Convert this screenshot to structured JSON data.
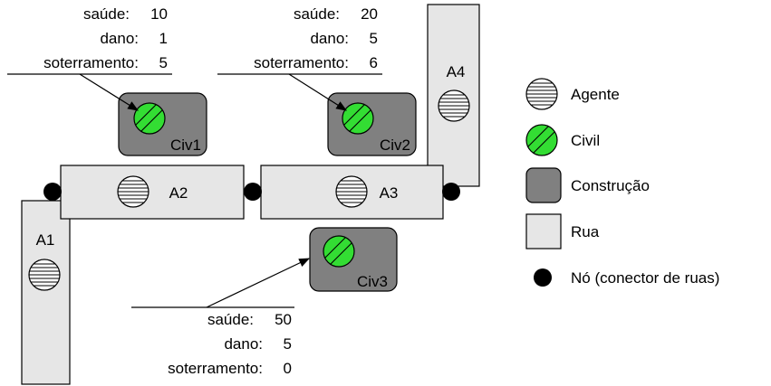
{
  "streets": {
    "a1": "A1",
    "a2": "A2",
    "a3": "A3",
    "a4": "A4"
  },
  "buildings": {
    "civ1": "Civ1",
    "civ2": "Civ2",
    "civ3": "Civ3"
  },
  "stats": {
    "civ1": {
      "health_label": "saúde:",
      "health_value": "10",
      "damage_label": "dano:",
      "damage_value": "1",
      "buried_label": "soterramento:",
      "buried_value": "5"
    },
    "civ2": {
      "health_label": "saúde:",
      "health_value": "20",
      "damage_label": "dano:",
      "damage_value": "5",
      "buried_label": "soterramento:",
      "buried_value": "6"
    },
    "civ3": {
      "health_label": "saúde:",
      "health_value": "50",
      "damage_label": "dano:",
      "damage_value": "5",
      "buried_label": "soterramento:",
      "buried_value": "0"
    }
  },
  "legend": {
    "agent": "Agente",
    "civilian": "Civil",
    "building": "Construção",
    "street": "Rua",
    "node": "Nó (conector de ruas)"
  },
  "colors": {
    "street_fill": "#e6e6e6",
    "building_fill": "#808080",
    "civilian_fill": "#33dd33",
    "node_fill": "#000000",
    "agent_fill": "#ffffff"
  }
}
